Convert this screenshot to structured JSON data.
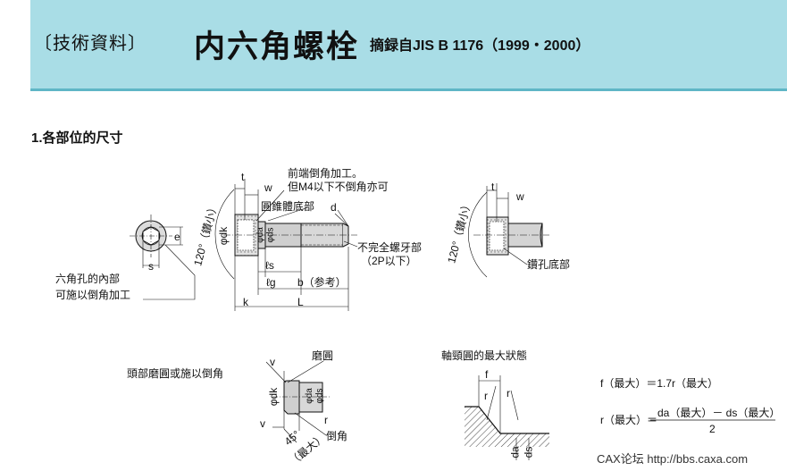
{
  "header": {
    "category": "〔技術資料〕",
    "title": "内六角螺栓",
    "source": "摘録自JIS B 1176（1999・2000）"
  },
  "section": {
    "title": "1.各部位的尺寸"
  },
  "fig1": {
    "label_t": "t",
    "label_w": "w",
    "label_chamfer_line1": "前端倒角加工。",
    "label_chamfer_line2": "但M4以下不倒角亦可",
    "label_d": "d",
    "label_cone_bottom": "圓錐體底部",
    "label_dk": "φdk",
    "label_da": "φda",
    "label_ds": "φds",
    "label_angle": "120°（鑽小）",
    "label_incomplete_line1": "不完全螺牙部",
    "label_incomplete_line2": "（2P以下）",
    "label_ls": "ℓs",
    "label_lg": "ℓg",
    "label_b": "b（参考）",
    "label_k": "k",
    "label_L": "L",
    "label_e": "e",
    "label_s": "s",
    "label_hex_line1": "六角孔的內部",
    "label_hex_line2": "可施以倒角加工"
  },
  "fig2": {
    "label_t": "t",
    "label_w": "w",
    "label_angle": "120°（鑽小）",
    "label_drill_bottom": "鑽孔底部"
  },
  "fig3": {
    "caption": "頭部磨圓或施以倒角",
    "label_round": "磨圓",
    "label_v_top": "v",
    "label_dk": "φdk",
    "label_da": "φda",
    "label_ds": "φds",
    "label_r": "r",
    "label_v": "v",
    "label_45": "45°",
    "label_max": "（最大）",
    "label_chamfer": "倒角"
  },
  "fig4": {
    "caption": "軸頸圓的最大狀態",
    "label_f": "f",
    "label_r1": "r",
    "label_r2": "r",
    "label_da": "da",
    "label_ds": "ds"
  },
  "formulas": {
    "f_max": "f（最大）＝1.7r（最大）",
    "r_lhs": "r（最大）＝",
    "r_num": "da（最大）－ ds（最大）",
    "r_den": "2"
  },
  "watermark": "CAX论坛 http://bbs.caxa.com"
}
